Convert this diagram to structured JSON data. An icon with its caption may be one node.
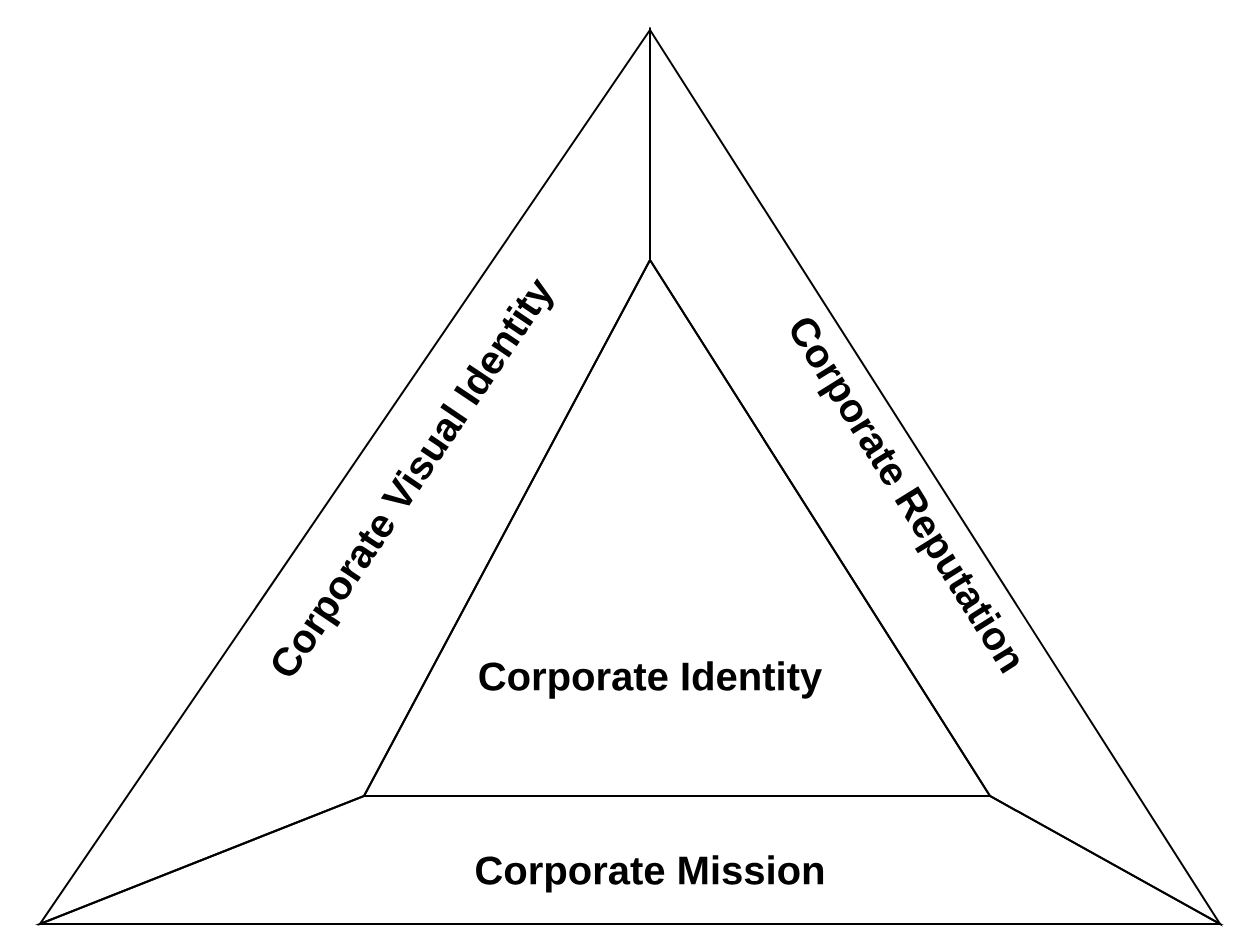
{
  "diagram": {
    "nodes": [
      {
        "text": [
          "Corporate Visual Identity"
        ]
      },
      {
        "text": [
          "Corporate Reputation"
        ]
      },
      {
        "text": [
          "Corporate Identity"
        ]
      },
      {
        "text": [
          "Corporate Mission"
        ]
      }
    ]
  }
}
